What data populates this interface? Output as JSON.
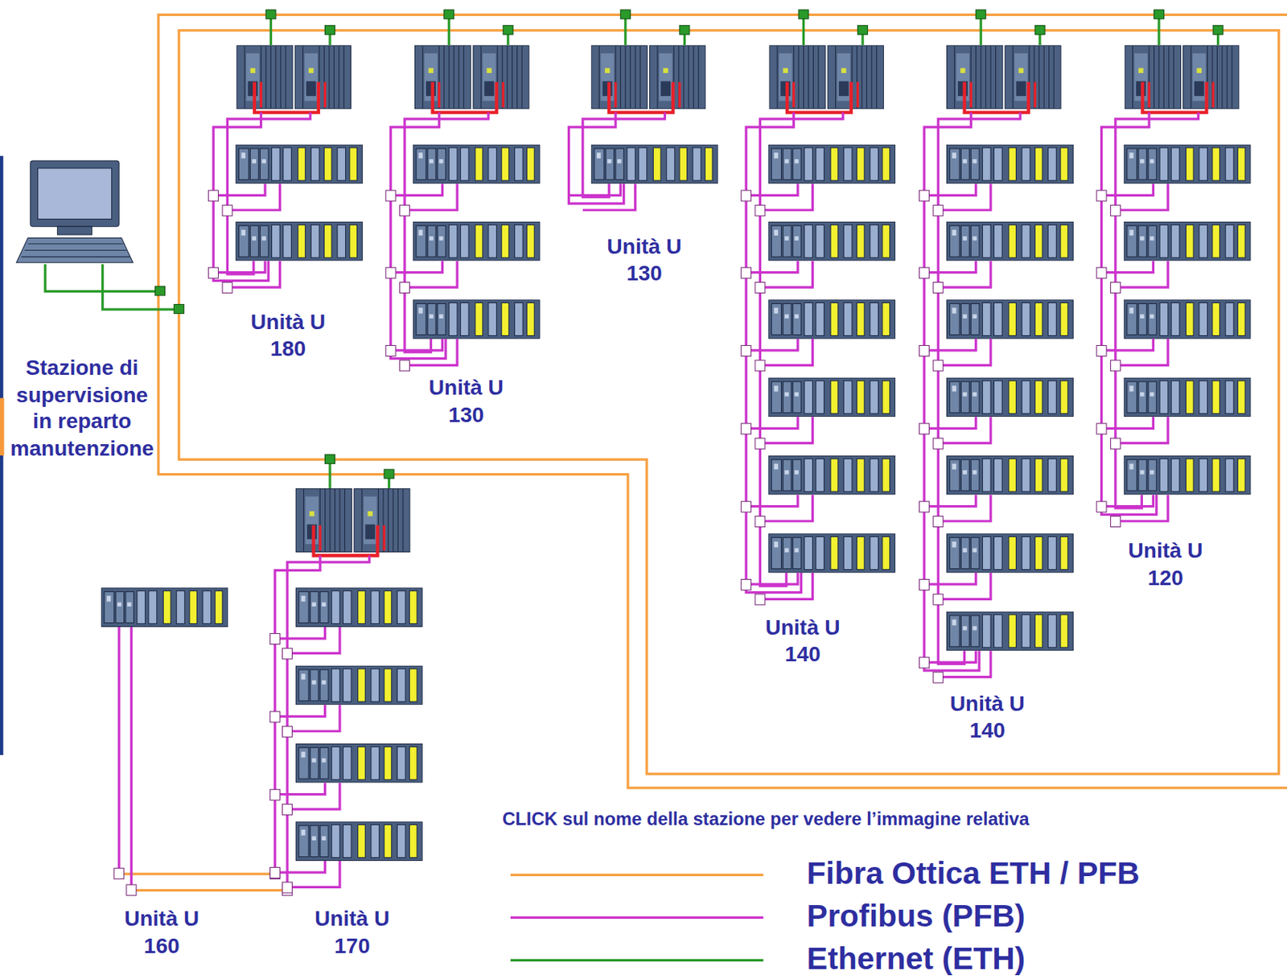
{
  "diagram": {
    "labels": [
      "Unità U 130",
      "Unità U 180",
      "Stazione di supervisione in reparto manutenzione",
      "Unità U 130",
      "Unità U 120",
      "Unità U 140",
      "Unità U 140",
      "CLICK sul nome della stazione per vedere l’immagine relativa",
      "Unità U 160",
      "Unità U 170"
    ],
    "legend": [
      {
        "text": "Fibra Ottica ETH / PFB"
      },
      {
        "text": "Profibus (PFB)"
      },
      {
        "text": "Ethernet (ETH)"
      }
    ]
  }
}
